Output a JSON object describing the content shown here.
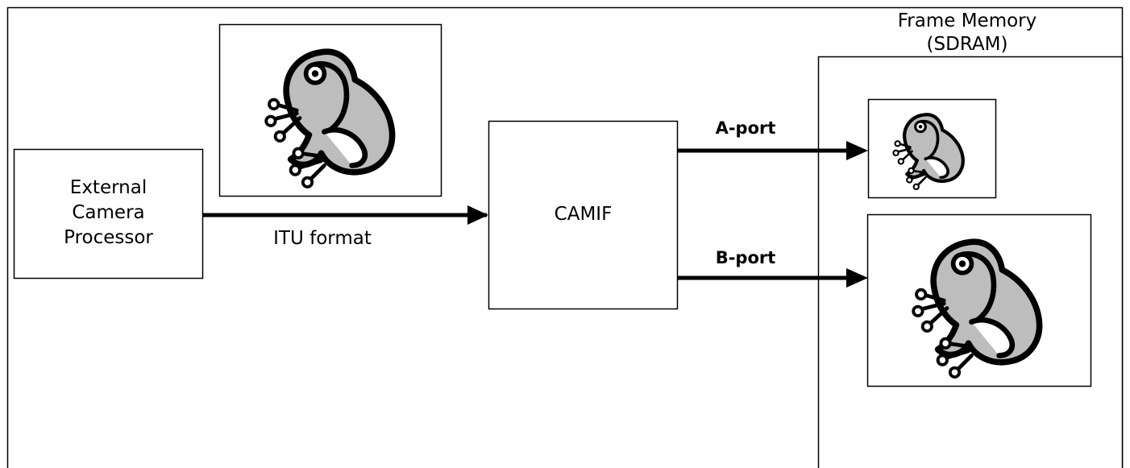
{
  "external_camera": {
    "line1": "External",
    "line2": "Camera",
    "line3": "Processor"
  },
  "camif": {
    "label": "CAMIF"
  },
  "itu_format": {
    "label": "ITU format"
  },
  "frame_memory": {
    "line1": "Frame Memory",
    "line2": "(SDRAM)"
  },
  "ports": {
    "a": "A-port",
    "b": "B-port"
  },
  "colors": {
    "line": "#000000",
    "frog_fill": "#bdbdbd",
    "background": "#ffffff"
  },
  "icons": [
    "frog-image-icon"
  ]
}
